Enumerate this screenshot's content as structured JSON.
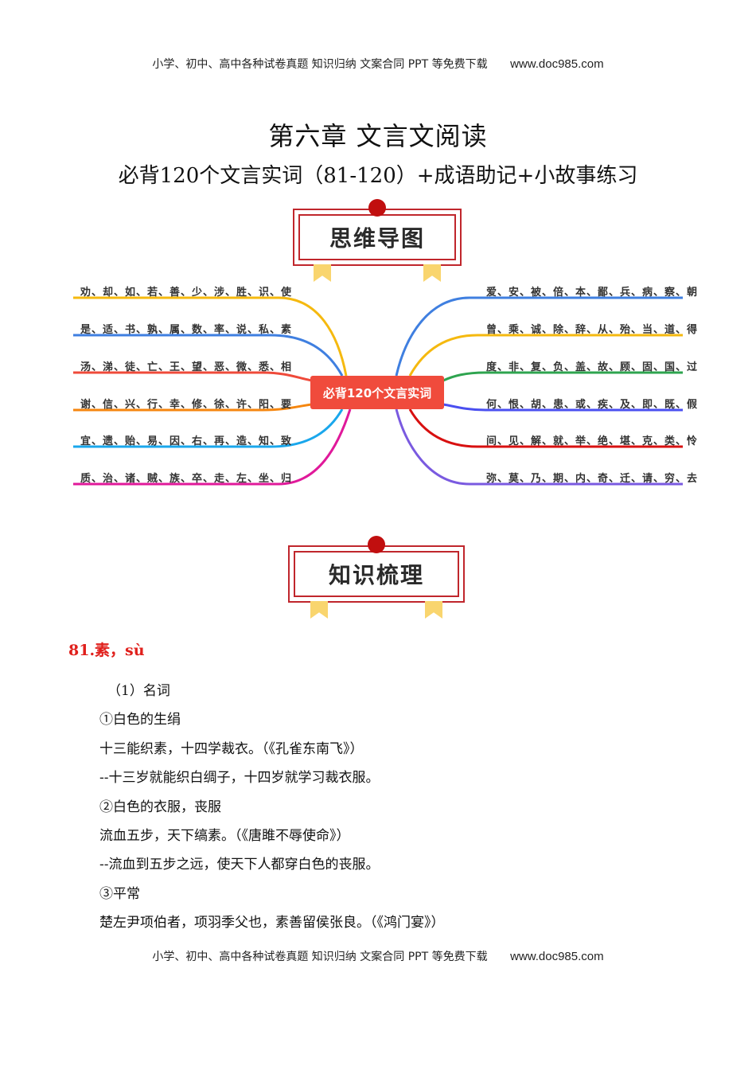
{
  "header": {
    "text": "小学、初中、高中各种试卷真题  知识归纳  文案合同  PPT 等免费下载",
    "site": "www.doc985.com"
  },
  "footer": {
    "text": "小学、初中、高中各种试卷真题  知识归纳  文案合同  PPT 等免费下载",
    "site": "www.doc985.com"
  },
  "title": {
    "chapter": "第六章 文言文阅读",
    "subtitle": "必背120个文言实词（81-120）+成语助记+小故事练习"
  },
  "banners": {
    "mindmap": "思维导图",
    "knowledge": "知识梳理"
  },
  "mindmap": {
    "center": "必背120个文言实词",
    "left": [
      {
        "text": "劝、却、如、若、善、少、涉、胜、识、使",
        "color": "#f5b90f"
      },
      {
        "text": "是、适、书、孰、属、数、率、说、私、素",
        "color": "#3f7fe0"
      },
      {
        "text": "汤、涕、徒、亡、王、望、恶、微、悉、相",
        "color": "#ef4a3a"
      },
      {
        "text": "谢、信、兴、行、幸、修、徐、许、阳、要",
        "color": "#f5860f"
      },
      {
        "text": "宜、遗、贻、易、因、右、再、造、知、致",
        "color": "#1aa7ec"
      },
      {
        "text": "质、治、诸、贼、族、卒、走、左、坐、归",
        "color": "#e0199a"
      }
    ],
    "right": [
      {
        "text": "爱、安、被、倍、本、鄙、兵、病、察、朝",
        "color": "#3f7fe0"
      },
      {
        "text": "曾、乘、诚、除、辞、从、殆、当、道、得",
        "color": "#f5b90f"
      },
      {
        "text": "度、非、复、负、盖、故、顾、固、国、过",
        "color": "#2ea44f"
      },
      {
        "text": "何、恨、胡、患、或、疾、及、即、既、假",
        "color": "#4a4ff0"
      },
      {
        "text": "间、见、解、就、举、绝、堪、克、类、怜",
        "color": "#d81010"
      },
      {
        "text": "弥、莫、乃、期、内、奇、迁、请、穷、去",
        "color": "#7a5ae0"
      }
    ]
  },
  "entry": {
    "heading": "81.素，sù",
    "lines": [
      "（1）名词",
      "①白色的生绢",
      "十三能织素，十四学裁衣。（《孔雀东南飞》）",
      "--十三岁就能织白绸子，十四岁就学习裁衣服。",
      "②白色的衣服，丧服",
      "流血五步，天下缟素。（《唐雎不辱使命》）",
      "--流血到五步之远，使天下人都穿白色的丧服。",
      "③平常",
      "楚左尹项伯者，项羽季父也，素善留侯张良。（《鸿门宴》）"
    ]
  }
}
